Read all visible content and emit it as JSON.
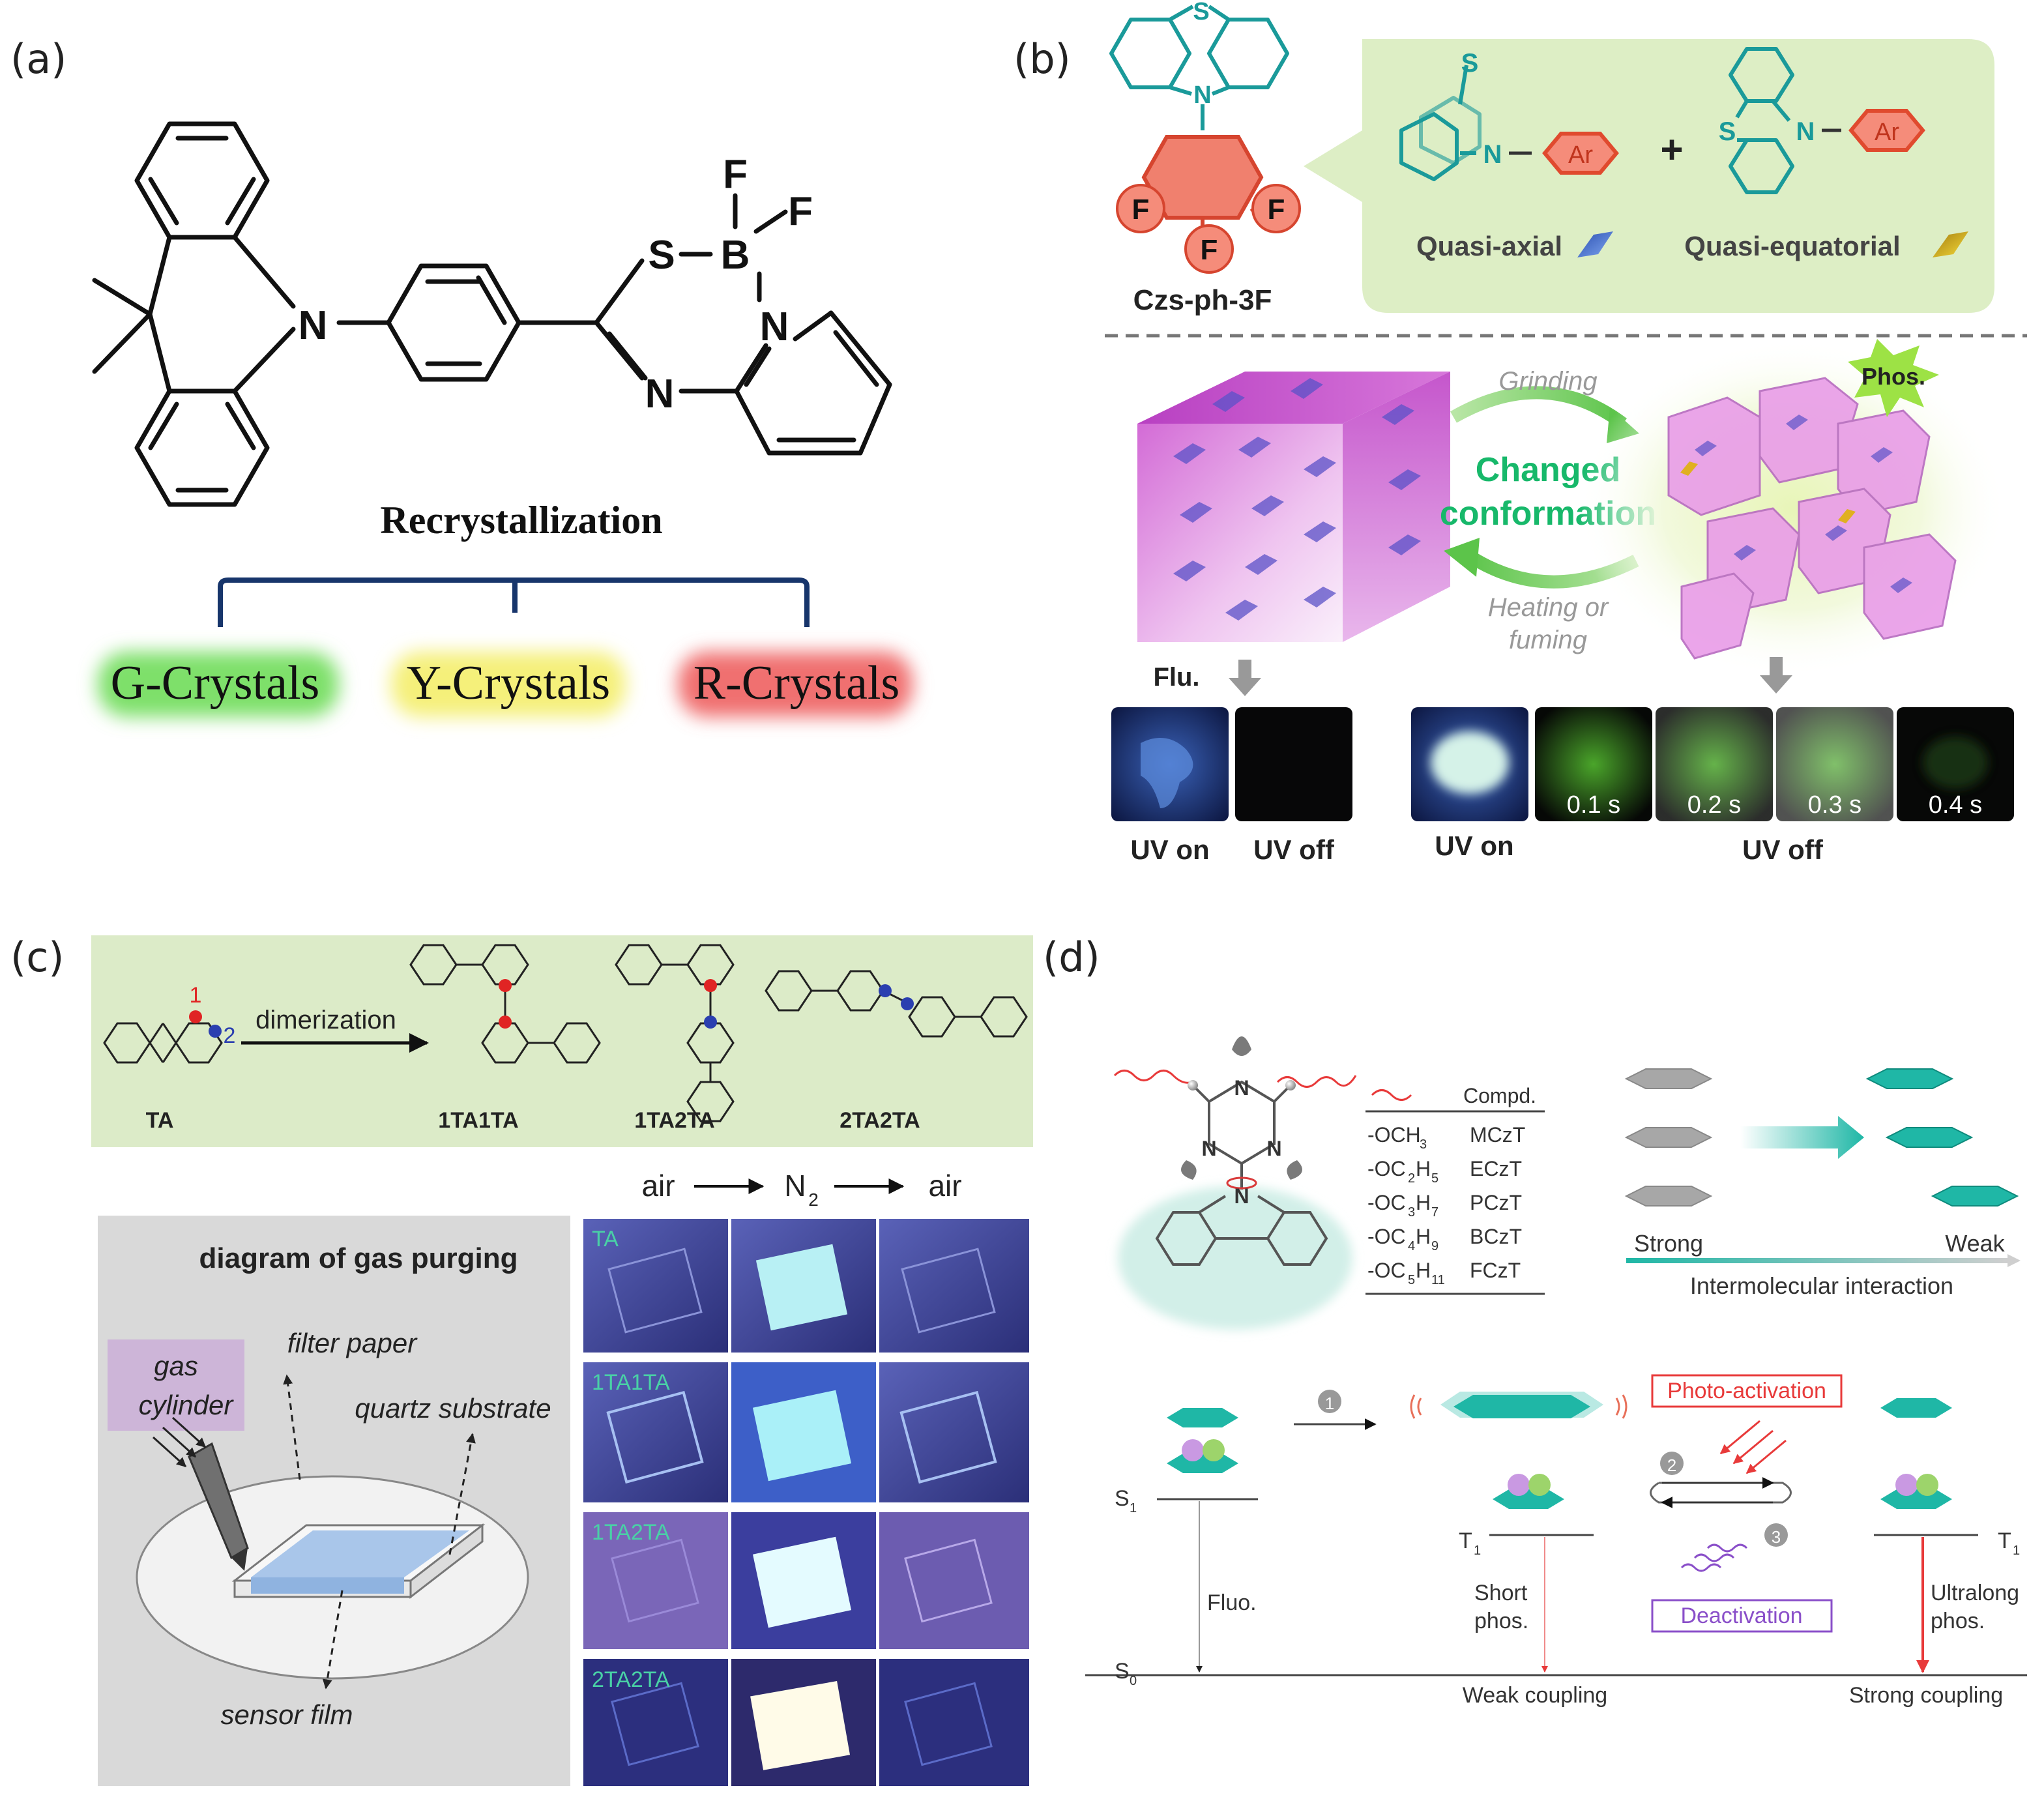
{
  "figure": {
    "panels": {
      "a": {
        "label": "(a)",
        "atoms": {
          "N": "N",
          "S": "S",
          "B": "B",
          "F1": "F",
          "F2": "F",
          "N2": "N",
          "N3": "N"
        },
        "process": "Recrystallization",
        "crystals": [
          "G-Crystals",
          "Y-Crystals",
          "R-Crystals"
        ],
        "glow_colors": [
          "#7ee06a",
          "#f5f07a",
          "#f07070"
        ]
      },
      "b": {
        "label": "(b)",
        "compound": "Czs-ph-3F",
        "atoms": {
          "S": "S",
          "N": "N",
          "F": "F",
          "Ar": "Ar"
        },
        "conformer_axial": "Quasi-axial",
        "plus": "+",
        "conformer_equatorial": "Quasi-equatorial",
        "grinding": "Grinding",
        "changed_conformation": [
          "Changed",
          "conformation"
        ],
        "heating": [
          "Heating or",
          "fuming"
        ],
        "phos_badge": "Phos.",
        "flu": "Flu.",
        "uv_on": "UV on",
        "uv_off": "UV off",
        "times": [
          "0.1 s",
          "0.2 s",
          "0.3 s",
          "0.4 s"
        ]
      },
      "c": {
        "label": "(c)",
        "scheme": {
          "monomer": "TA",
          "pos1": "1",
          "pos2": "2",
          "reaction": "dimerization",
          "products": [
            "1TA1TA",
            "1TA2TA",
            "2TA2TA"
          ]
        },
        "sequence": {
          "a": "air",
          "b": "N",
          "b_sub": "2",
          "c": "air"
        },
        "diagram": {
          "title": "diagram of gas purging",
          "gas_cylinder": [
            "gas",
            "cylinder"
          ],
          "filter_paper": "filter paper",
          "quartz_substrate": "quartz substrate",
          "sensor_film": "sensor film"
        },
        "photo_rows": [
          "TA",
          "1TA1TA",
          "1TA2TA",
          "2TA2TA"
        ]
      },
      "d": {
        "label": "(d)",
        "table": {
          "header": "Compd.",
          "rows": [
            {
              "group": "-OCH",
              "sub": "3",
              "name": "MCzT"
            },
            {
              "group": "-OC",
              "sub": "2",
              "group2": "H",
              "sub2": "5",
              "name": "ECzT"
            },
            {
              "group": "-OC",
              "sub": "3",
              "group2": "H",
              "sub2": "7",
              "name": "PCzT"
            },
            {
              "group": "-OC",
              "sub": "4",
              "group2": "H",
              "sub2": "9",
              "name": "BCzT"
            },
            {
              "group": "-OC",
              "sub": "5",
              "group2": "H",
              "sub2": "11",
              "name": "FCzT"
            }
          ]
        },
        "atoms": {
          "N": "N"
        },
        "strong": "Strong",
        "weak": "Weak",
        "intermolecular": "Intermolecular interaction",
        "step1": "1",
        "step2": "2",
        "step3": "3",
        "photo_activation": "Photo-activation",
        "deactivation": "Deactivation",
        "s1": "S",
        "s1_sub": "1",
        "t1": "T",
        "t1_sub": "1",
        "s0": "S",
        "s0_sub": "0",
        "fluo": "Fluo.",
        "short_phos": [
          "Short",
          "phos."
        ],
        "ultralong_phos": [
          "Ultralong",
          "phos."
        ],
        "weak_coupling": "Weak coupling",
        "strong_coupling": "Strong coupling",
        "colors": {
          "teal": "#1fb7a6",
          "red": "#e83a3a",
          "purple": "#8a4fc9"
        }
      }
    }
  }
}
